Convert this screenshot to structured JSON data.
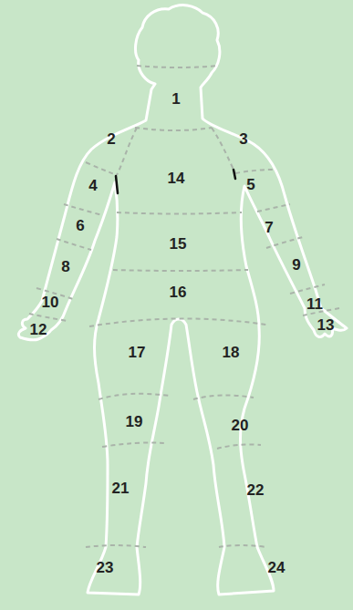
{
  "diagram": {
    "labels": [
      "1",
      "2",
      "3",
      "14",
      "4",
      "5",
      "6",
      "7",
      "15",
      "8",
      "9",
      "16",
      "10",
      "11",
      "12",
      "13",
      "17",
      "18",
      "19",
      "20",
      "21",
      "22",
      "23",
      "24"
    ]
  }
}
